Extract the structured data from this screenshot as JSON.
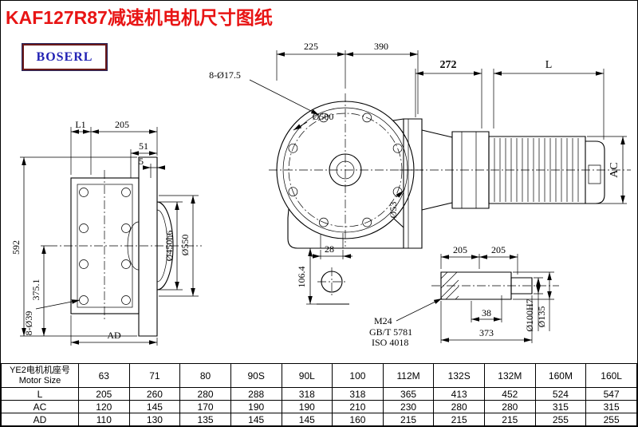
{
  "header": {
    "title": "KAF127R87减速机电机尺寸图纸",
    "logo": "BOSERL"
  },
  "colors": {
    "title": "#e81414",
    "logo_text": "#2222b4",
    "logo_border": "#6b1a1a",
    "drawing_lines": "#000000"
  },
  "dims": {
    "left_L1": "L1",
    "left_205": "205",
    "left_51": "51",
    "left_5": "5",
    "left_592": "592",
    "left_375_1": "375.1",
    "left_8_d39": "8-Ø39",
    "left_AD": "AD",
    "left_d450h6": "Ø450h6",
    "left_d550": "Ø550",
    "front_225": "225",
    "front_390": "390",
    "front_8_d17_5": "8-Ø17.5",
    "front_d500": "Ø500",
    "front_28": "28",
    "front_106_4": "106.4",
    "front_d53": "Ø53",
    "side_272": "272",
    "side_L": "L",
    "side_AC": "AC",
    "detail_205_a": "205",
    "detail_205_b": "205",
    "detail_38": "38",
    "detail_373": "373",
    "detail_M24": "M24",
    "detail_std_gbt": "GB/T 5781",
    "detail_std_iso": "ISO 4018",
    "detail_d100H7": "Ø100H7",
    "detail_d135": "Ø135"
  },
  "table": {
    "header_cn": "YE2电机机座号",
    "header_en": "Motor Size",
    "sizes": [
      "63",
      "71",
      "80",
      "90S",
      "90L",
      "100",
      "112M",
      "132S",
      "132M",
      "160M",
      "160L"
    ],
    "rows": [
      {
        "label": "L",
        "values": [
          "205",
          "260",
          "280",
          "288",
          "318",
          "318",
          "365",
          "413",
          "452",
          "524",
          "547"
        ]
      },
      {
        "label": "AC",
        "values": [
          "120",
          "145",
          "170",
          "190",
          "190",
          "210",
          "230",
          "280",
          "280",
          "315",
          "315"
        ]
      },
      {
        "label": "AD",
        "values": [
          "110",
          "130",
          "135",
          "145",
          "145",
          "160",
          "215",
          "215",
          "215",
          "255",
          "255"
        ]
      }
    ]
  }
}
